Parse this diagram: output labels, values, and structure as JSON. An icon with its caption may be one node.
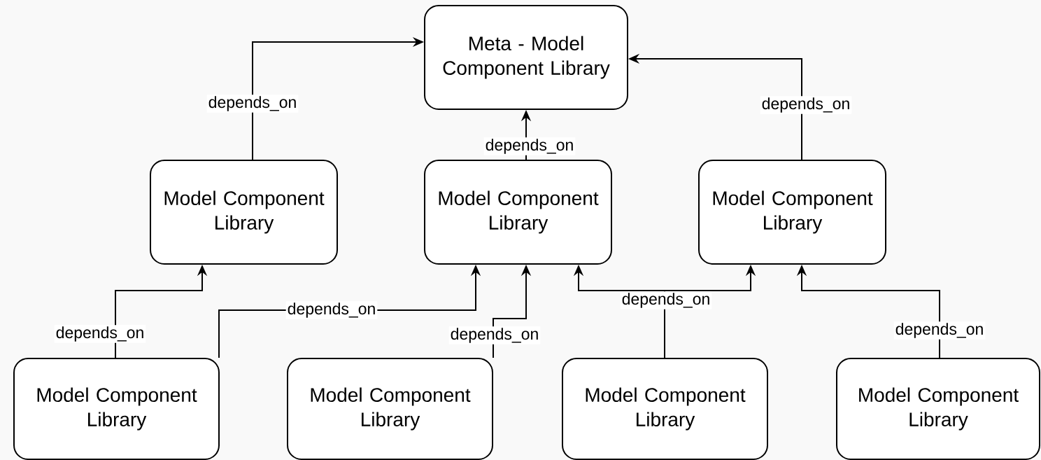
{
  "diagram": {
    "nodes": [
      {
        "text": [
          "Meta - Model Component Library"
        ]
      },
      {
        "text": [
          "Model Component Library"
        ]
      },
      {
        "text": [
          "Model Component Library"
        ]
      },
      {
        "text": [
          "Model Component Library"
        ]
      },
      {
        "text": [
          "Model Component Library"
        ]
      },
      {
        "text": [
          "Model Component Library"
        ]
      },
      {
        "text": [
          "Model Component Library"
        ]
      },
      {
        "text": [
          "Model Component Library"
        ]
      }
    ],
    "edges": [
      {
        "from": 1,
        "to": 0,
        "arrow": "to",
        "label": "depends_on"
      },
      {
        "from": 2,
        "to": 0,
        "arrow": "to",
        "label": "depends_on"
      },
      {
        "from": 3,
        "to": 0,
        "arrow": "to",
        "label": "depends_on"
      },
      {
        "from": 4,
        "to": 1,
        "arrow": "to",
        "label": "depends_on"
      },
      {
        "from": 4,
        "to": 2,
        "arrow": "to",
        "label": "depends_on"
      },
      {
        "from": 5,
        "to": 2,
        "arrow": "to",
        "label": "depends_on"
      },
      {
        "from": 6,
        "to": 2,
        "arrow": "to",
        "label": "depends_on"
      },
      {
        "from": 6,
        "to": 3,
        "arrow": "to"
      },
      {
        "from": 7,
        "to": 3,
        "arrow": "to",
        "label": "depends_on"
      }
    ]
  }
}
